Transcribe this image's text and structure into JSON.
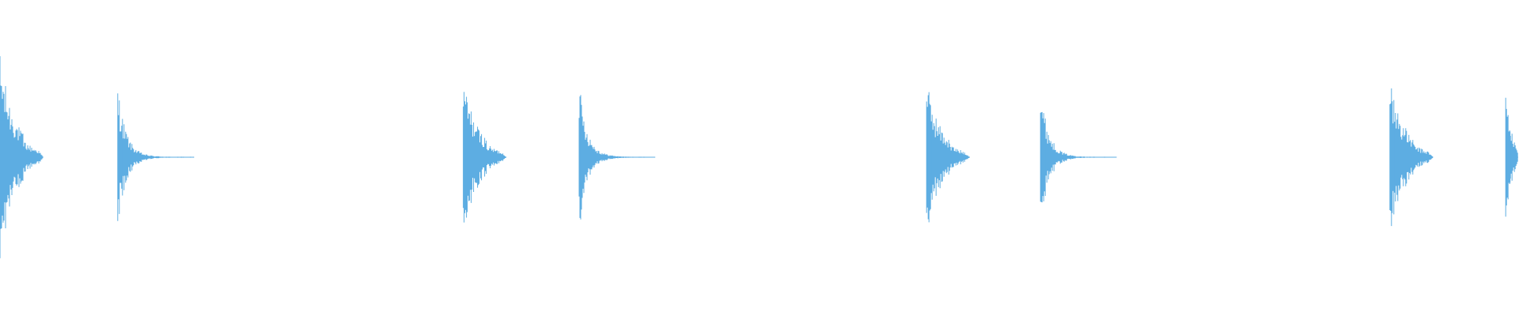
{
  "waveform": {
    "color": "#5dade2",
    "background": "#ffffff",
    "total_duration_s": 16.0,
    "peak_amplitude": 1.0,
    "hits": [
      {
        "onset_s": 0.0,
        "peak": 0.88,
        "decay_s": 0.45,
        "tail_amp": 0.05,
        "kind": "snappy"
      },
      {
        "onset_s": 1.24,
        "peak": 0.62,
        "decay_s": 0.8,
        "tail_amp": 0.01,
        "kind": "ringing"
      },
      {
        "onset_s": 4.88,
        "peak": 0.68,
        "decay_s": 0.45,
        "tail_amp": 0.05,
        "kind": "snappy"
      },
      {
        "onset_s": 6.1,
        "peak": 0.64,
        "decay_s": 0.8,
        "tail_amp": 0.01,
        "kind": "ringing"
      },
      {
        "onset_s": 9.76,
        "peak": 0.65,
        "decay_s": 0.45,
        "tail_amp": 0.05,
        "kind": "snappy"
      },
      {
        "onset_s": 10.96,
        "peak": 0.6,
        "decay_s": 0.8,
        "tail_amp": 0.01,
        "kind": "ringing"
      },
      {
        "onset_s": 14.64,
        "peak": 0.69,
        "decay_s": 0.45,
        "tail_amp": 0.05,
        "kind": "snappy"
      },
      {
        "onset_s": 15.86,
        "peak": 0.62,
        "decay_s": 0.2,
        "tail_amp": 0.2,
        "kind": "cut"
      }
    ]
  }
}
